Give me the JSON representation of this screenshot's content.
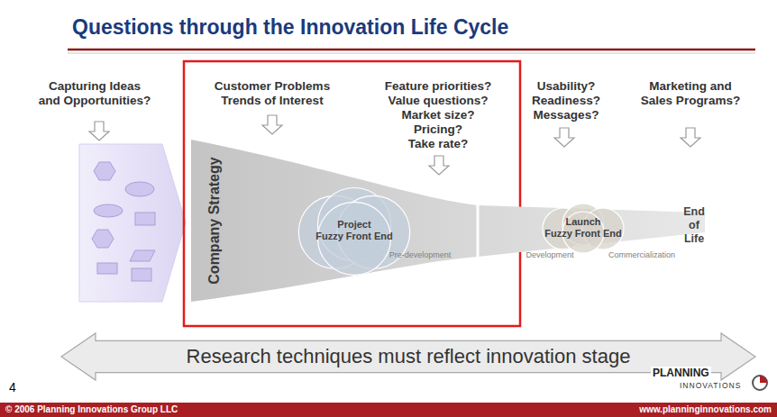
{
  "diagram": {
    "title": "Questions through the Innovation Life Cycle",
    "nodes": [
      {
        "text": [
          "Company Strategy"
        ]
      },
      {
        "text": [
          "Project Fuzzy Front End"
        ],
        "in": 0
      },
      {
        "text": [
          "Launch Fuzzy Front End"
        ],
        "in": 0
      },
      {
        "text": [
          "Research techniques must reflect innovation stage"
        ]
      },
      {
        "text": [
          "© 2006 Planning Innovations Group LLC",
          "www.planninginnovations.com"
        ]
      }
    ],
    "labels": [
      "Capturing Ideas and Opportunities?",
      "Customer Problems Trends of Interest",
      "Feature priorities? Value questions? Market size? Pricing? Take rate?",
      "Usability? Readiness? Messages?",
      "Marketing and Sales Programs?",
      "Pre-development",
      "Development",
      "Commercialization",
      "End of Life",
      "4",
      "PLANNING",
      "INNOVATIONS"
    ]
  }
}
